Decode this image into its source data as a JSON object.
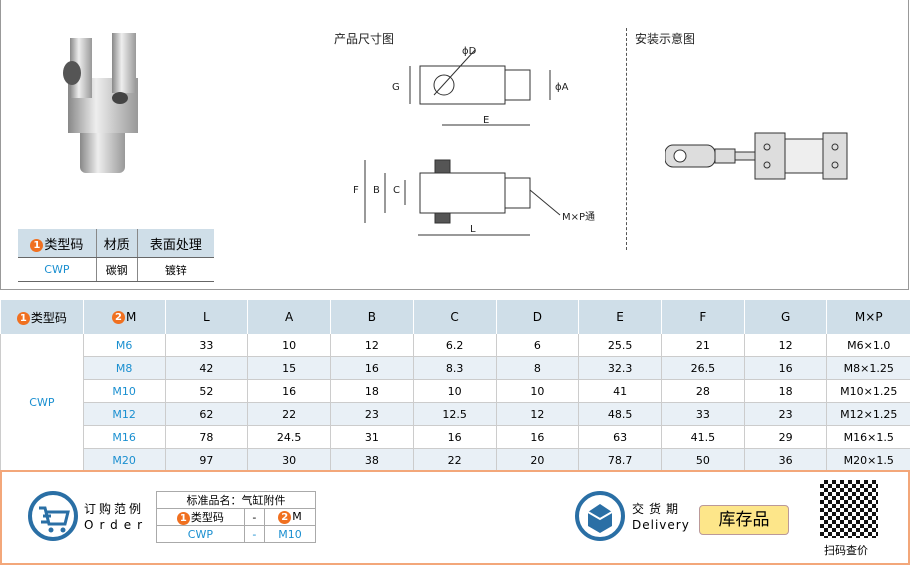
{
  "drawing": {
    "dim_title": "产品尺寸图",
    "install_title": "安装示意图",
    "labels": {
      "phiD": "ϕD",
      "G": "G",
      "phiA": "ϕA",
      "E": "E",
      "F": "F",
      "B": "B",
      "C": "C",
      "L": "L",
      "MP": "M×P通"
    }
  },
  "material_table": {
    "headers": [
      "类型码",
      "材质",
      "表面处理"
    ],
    "header_num": "1",
    "row": [
      "CWP",
      "碳钢",
      "镀锌"
    ]
  },
  "spec_table": {
    "headers": [
      "类型码",
      "M",
      "L",
      "A",
      "B",
      "C",
      "D",
      "E",
      "F",
      "G",
      "M×P"
    ],
    "num1": "1",
    "num2": "2",
    "type_code": "CWP",
    "rows": [
      [
        "M6",
        "33",
        "10",
        "12",
        "6.2",
        "6",
        "25.5",
        "21",
        "12",
        "M6×1.0"
      ],
      [
        "M8",
        "42",
        "15",
        "16",
        "8.3",
        "8",
        "32.3",
        "26.5",
        "16",
        "M8×1.25"
      ],
      [
        "M10",
        "52",
        "16",
        "18",
        "10",
        "10",
        "41",
        "28",
        "18",
        "M10×1.25"
      ],
      [
        "M12",
        "62",
        "22",
        "23",
        "12.5",
        "12",
        "48.5",
        "33",
        "23",
        "M12×1.25"
      ],
      [
        "M16",
        "78",
        "24.5",
        "31",
        "16",
        "16",
        "63",
        "41.5",
        "29",
        "M16×1.5"
      ],
      [
        "M20",
        "97",
        "30",
        "38",
        "22",
        "20",
        "78.7",
        "50",
        "36",
        "M20×1.5"
      ]
    ]
  },
  "order": {
    "title_cn": "订购范例",
    "title_en": "Order",
    "std_name": "标准品名：气缸附件",
    "h1": "类型码",
    "dash": "-",
    "h2": "M",
    "v1": "CWP",
    "v2": "M10"
  },
  "delivery": {
    "title_cn": "交货期",
    "title_en": "Delivery",
    "badge": "库存品",
    "qr_label": "扫码查价"
  }
}
